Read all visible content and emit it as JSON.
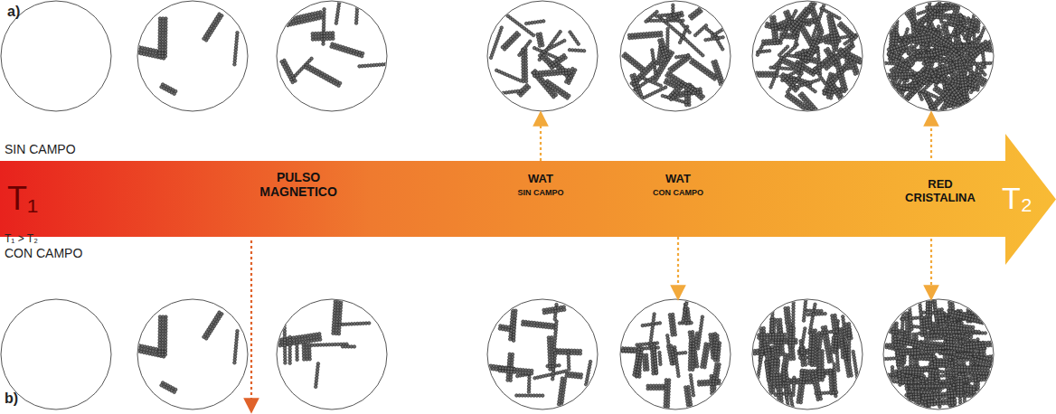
{
  "diagram": {
    "nodes": [
      {
        "text": [
          "T₁",
          "PULSO MAGNETICO",
          "WAT",
          "SIN CAMPO",
          "WAT",
          "CON CAMPO",
          "RED CRISTALINA",
          "T₂"
        ]
      }
    ],
    "labels": [
      "a)",
      "SIN CAMPO",
      "T₁ > T₂",
      "CON CAMPO",
      "b)"
    ]
  }
}
